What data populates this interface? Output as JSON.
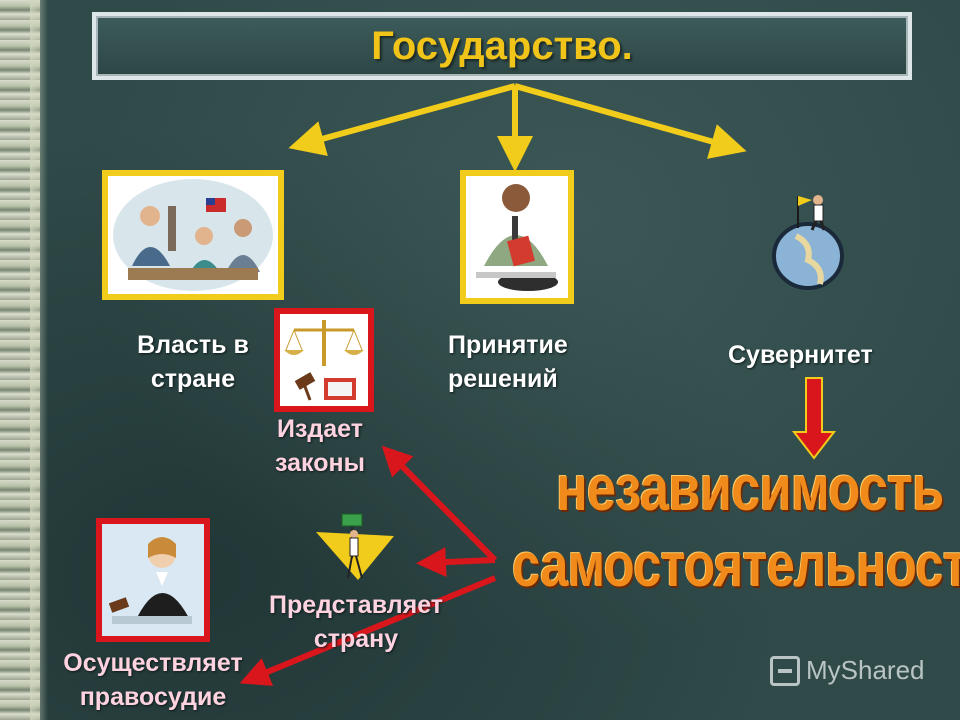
{
  "title": "Государство.",
  "nodes": {
    "power": "Власть в стране",
    "decisions": "Принятие решений",
    "sovereignty": "Сувернитет",
    "laws": "Издает законы",
    "represents": "Представляет страну",
    "justice": "Осуществляет правосудие"
  },
  "big_words": {
    "independence": "независимость",
    "selfsufficiency": "самостоятельность"
  },
  "watermark": "MyShared",
  "colors": {
    "background": "#2f4a49",
    "title_text": "#f0c419",
    "yellow_arrow": "#f2cc1a",
    "red_arrow": "#d9161c",
    "big_words": "#f08a1a"
  },
  "icons": [
    "scales-icon",
    "gavel-icon",
    "flag-icon",
    "globe-icon",
    "judge-icon",
    "officer-icon",
    "meeting-icon"
  ]
}
